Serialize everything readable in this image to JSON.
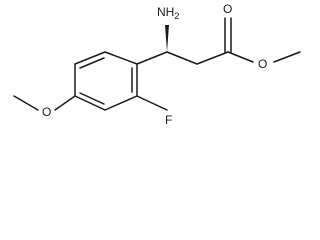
{
  "structure": {
    "atoms": {
      "amine": "NH",
      "amine_sub": "2",
      "carbonyl_o": "O",
      "ester_o": "O",
      "methoxy_o": "O",
      "fluorine": "F"
    }
  },
  "colors": {
    "line": "#1a1a1a",
    "background": "#ffffff"
  }
}
